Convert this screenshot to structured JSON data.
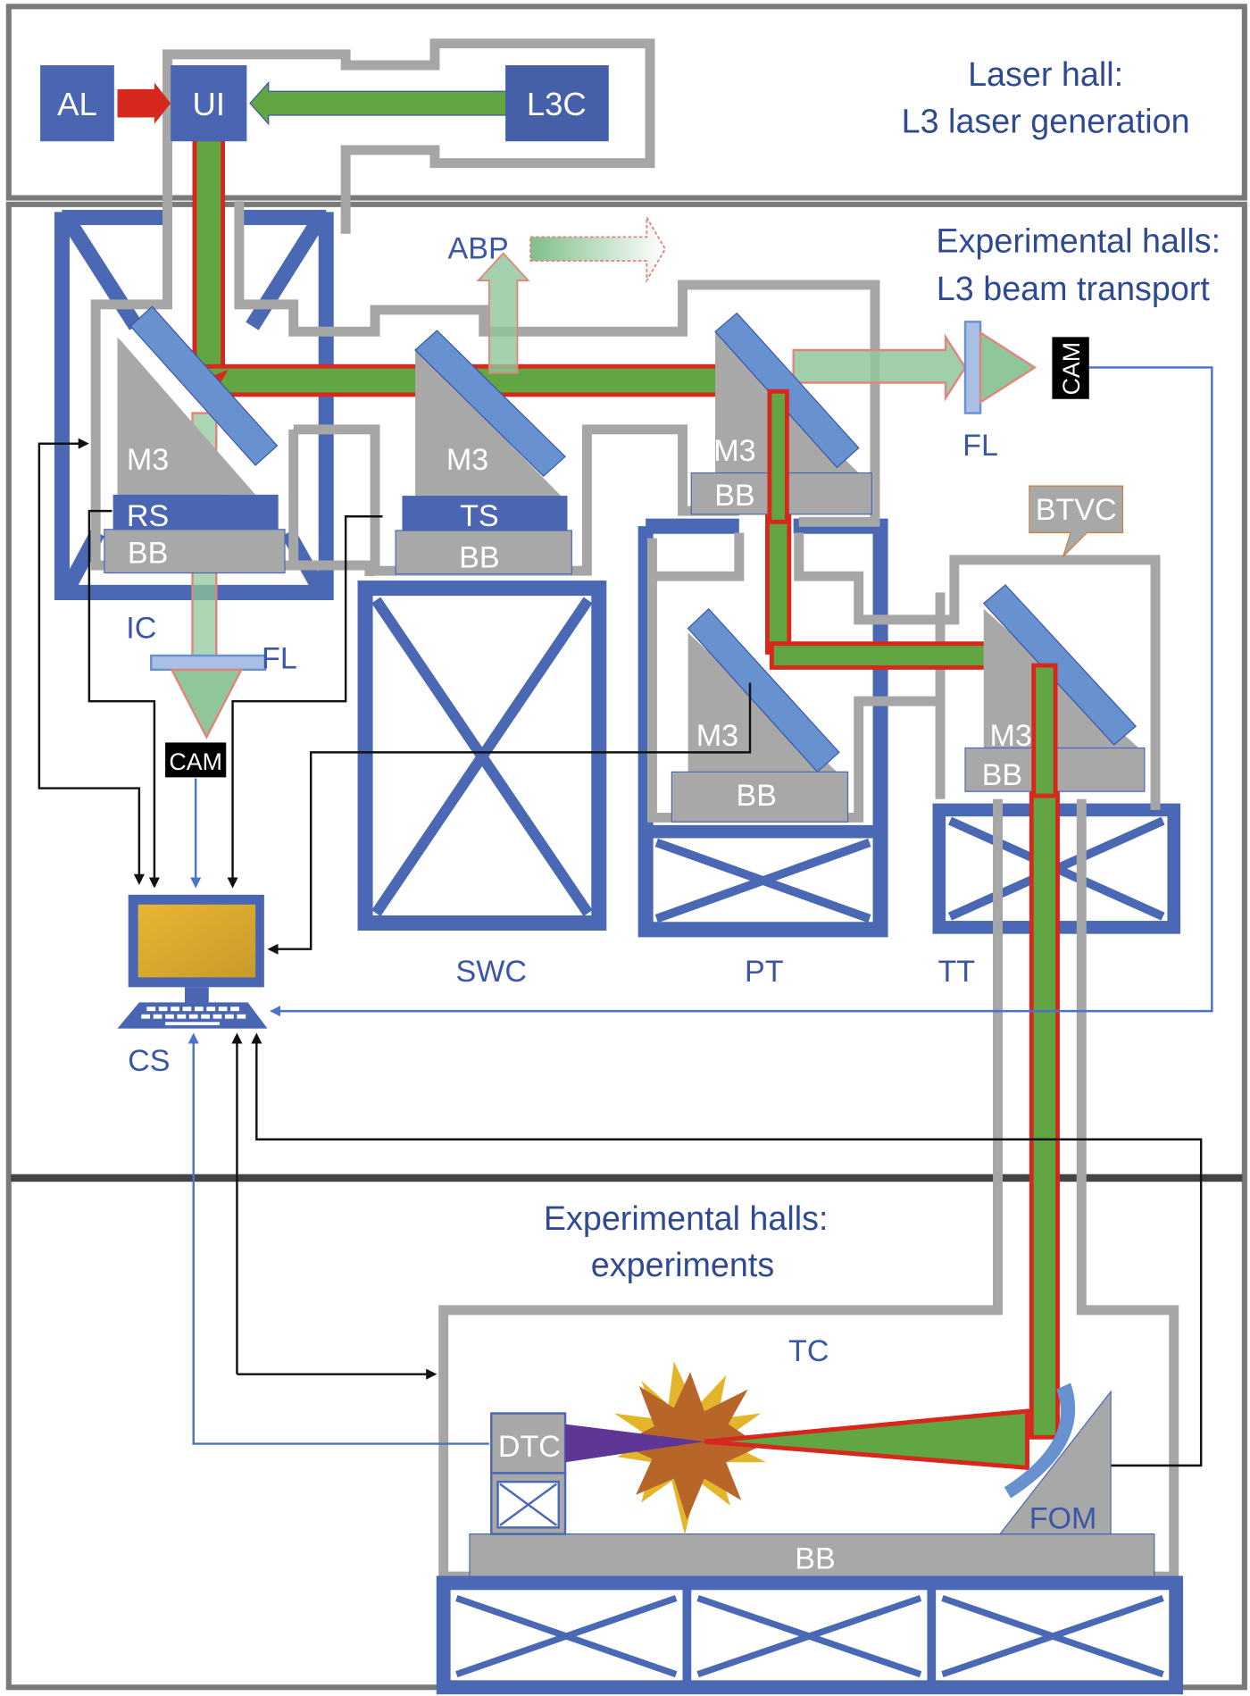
{
  "title": "L3 laser beam transport and experiment control schematic",
  "halls": {
    "laser_hall": {
      "line1": "Laser hall:",
      "line2": "L3 laser generation"
    },
    "transport_hall": {
      "line1": "Experimental halls:",
      "line2": "L3 beam transport"
    },
    "experiment_hall": {
      "line1": "Experimental halls:",
      "line2": "experiments"
    }
  },
  "components": {
    "al": "AL",
    "ui": "UI",
    "l3c": "L3C",
    "abp": "ABP",
    "m3_1": "M3",
    "rs": "RS",
    "bb_1": "BB",
    "m3_2": "M3",
    "ts": "TS",
    "bb_2": "BB",
    "m3_3": "M3",
    "bb_3": "BB",
    "fl_right": "FL",
    "cam_right": "CAM",
    "btvc": "BTVC",
    "ic": "IC",
    "fl_left": "FL",
    "cam_left": "CAM",
    "m3_4": "M3",
    "bb_4": "BB",
    "m3_5": "M3",
    "bb_5": "BB",
    "swc": "SWC",
    "pt": "PT",
    "tt": "TT",
    "cs": "CS",
    "tc": "TC",
    "dtc": "DTC",
    "fom": "FOM",
    "bb_main": "BB"
  },
  "colors": {
    "frame_blue": "#4a68b4",
    "component_blue": "#4a66b2",
    "mirror_blue": "#6891d0",
    "beam_green": "#62a543",
    "beam_red": "#d8271c",
    "wall_grey": "#a6a6a6",
    "monitor_gold": "#d6a62c",
    "explosion_orange": "#b8652a",
    "explosion_yellow": "#e2b52a",
    "probe_purple": "#5f3596",
    "hall_border": "#7a7a7a",
    "hall_divider": "#444444"
  }
}
